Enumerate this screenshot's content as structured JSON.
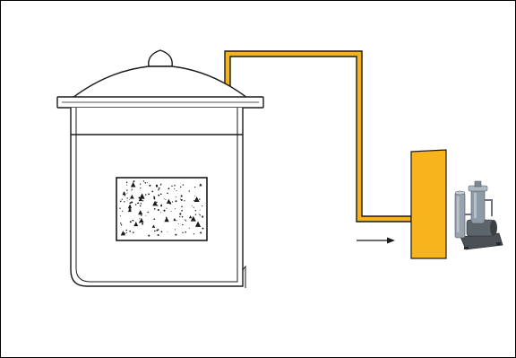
{
  "diagram": {
    "components": [
      {
        "id": "vessel",
        "icon": "cooking-pot-icon"
      },
      {
        "id": "lid",
        "icon": "pot-lid-icon"
      },
      {
        "id": "sample-block",
        "icon": "porous-sample-icon"
      },
      {
        "id": "duct",
        "icon": "suction-pipe-icon"
      },
      {
        "id": "collector",
        "icon": "collector-box-icon"
      },
      {
        "id": "vacuum-unit",
        "icon": "vacuum-pump-icon"
      },
      {
        "id": "flow-arrow",
        "icon": "arrow-right-icon"
      }
    ],
    "colors": {
      "pipe": "#F6B21A",
      "collector": "#F7B41C",
      "outline": "#1a1a1a",
      "background": "#ffffff",
      "pump_body": "#8e9aa5",
      "pump_dark": "#3a3f44"
    }
  }
}
